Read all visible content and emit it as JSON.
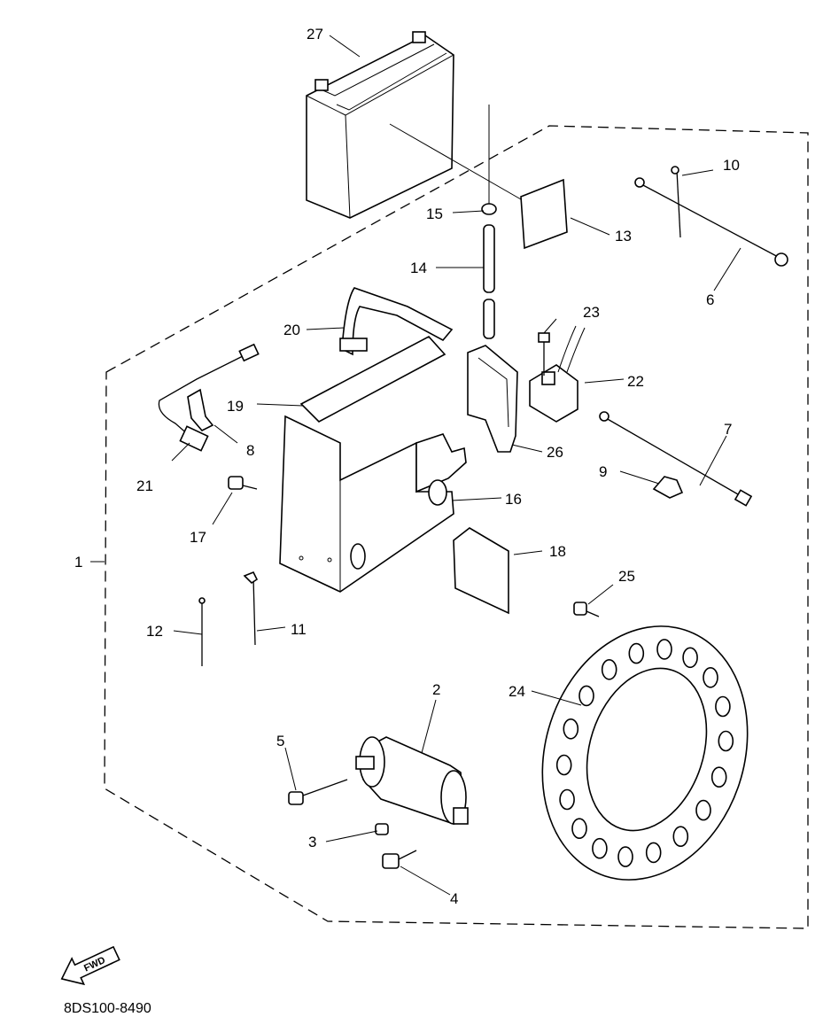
{
  "diagram": {
    "code": "8DS100-8490",
    "fwd_label": "FWD",
    "callouts": [
      "1",
      "2",
      "3",
      "4",
      "5",
      "6",
      "7",
      "8",
      "9",
      "10",
      "11",
      "12",
      "13",
      "14",
      "15",
      "16",
      "17",
      "18",
      "19",
      "20",
      "21",
      "22",
      "23",
      "24",
      "25",
      "26",
      "27"
    ]
  }
}
